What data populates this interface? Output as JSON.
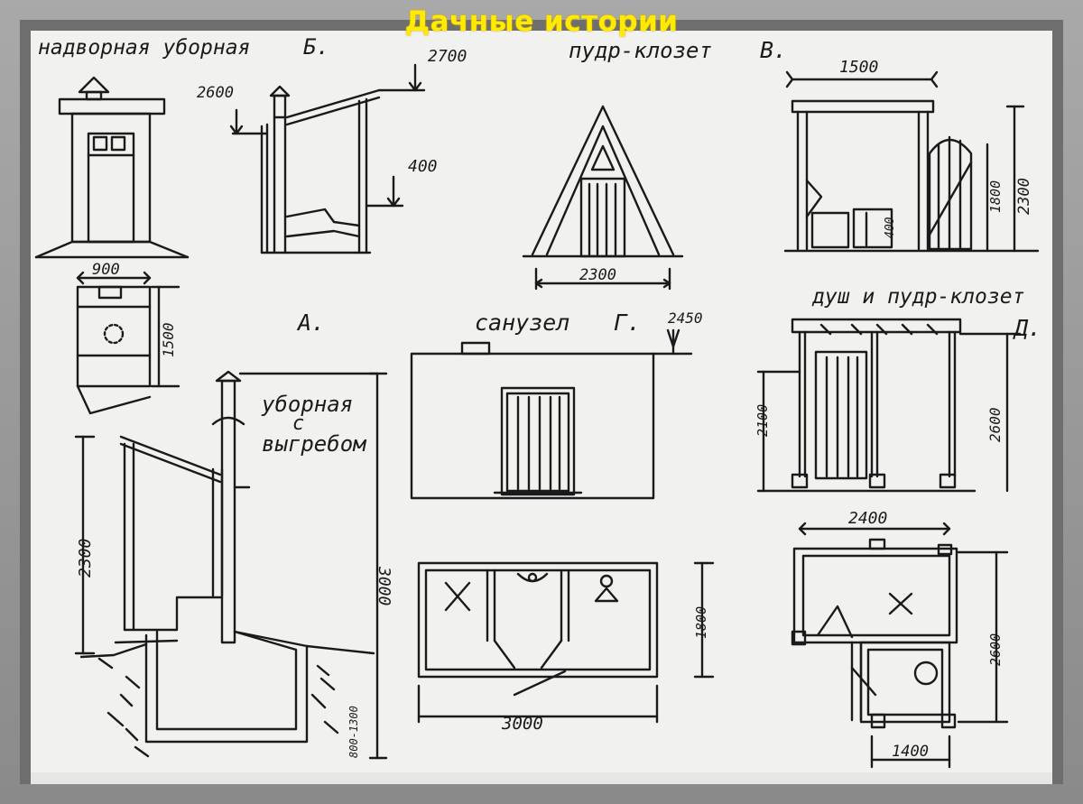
{
  "banner": {
    "title": "Дачные истории",
    "color": "#ffea00"
  },
  "labels": {
    "nadvornaya": "надворная уборная",
    "b": "Б.",
    "pudr_klozet": "пудр-клозет",
    "v": "В.",
    "a": "А.",
    "sanuzel": "санузел",
    "g": "Г.",
    "dush": "душ и пудр-клозет",
    "d": "Д.",
    "ubornaya": "уборная",
    "s": "с",
    "vygrebom": "выгребом"
  },
  "dimensions": {
    "d2700": "2700",
    "d2600": "2600",
    "d400": "400",
    "d1500_top": "1500",
    "d2300_v": "2300",
    "d1800_v": "1800",
    "d400_v": "400",
    "d2300_base": "2300",
    "d900": "900",
    "d1500_side": "1500",
    "d2450": "2450",
    "d3000_vert": "3000",
    "d2300_left": "2300",
    "d1800_plan": "1800",
    "d3000_plan": "3000",
    "d2100": "2100",
    "d2600_d": "2600",
    "d2400": "2400",
    "d2600_plan": "2600",
    "d1400": "1400",
    "d1300": "800-1300"
  },
  "colors": {
    "ink": "#1a1a1a",
    "paper": "#f1f1ef",
    "frame": "#8f8f8f"
  }
}
